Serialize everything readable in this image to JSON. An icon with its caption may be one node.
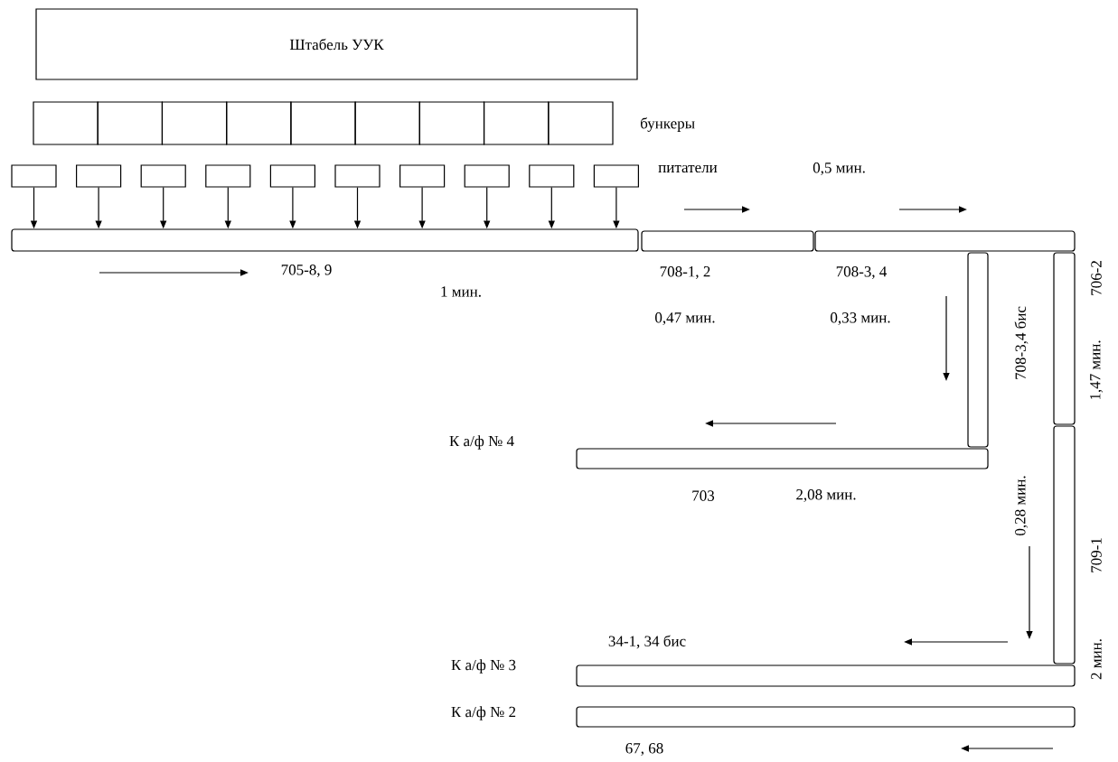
{
  "diagram": {
    "nodes": [
      {
        "text": [
          "Штабель УУК"
        ]
      },
      {
        "text": [],
        "shape": "box"
      },
      {
        "text": [],
        "shape": "box"
      },
      {
        "text": [],
        "shape": "box"
      },
      {
        "text": [],
        "shape": "box"
      },
      {
        "text": [],
        "shape": "box"
      },
      {
        "text": [],
        "shape": "box"
      },
      {
        "text": [],
        "shape": "box"
      },
      {
        "text": [],
        "shape": "box"
      },
      {
        "text": [],
        "shape": "box"
      },
      {
        "text": [],
        "shape": "box"
      },
      {
        "text": [],
        "shape": "box"
      },
      {
        "text": [],
        "shape": "box"
      },
      {
        "text": [],
        "shape": "box"
      },
      {
        "text": [],
        "shape": "box"
      },
      {
        "text": [],
        "shape": "box"
      },
      {
        "text": [],
        "shape": "box"
      },
      {
        "text": [],
        "shape": "box"
      },
      {
        "text": [],
        "shape": "box"
      },
      {
        "text": [],
        "shape": "box"
      },
      {
        "text": [],
        "shape": "bar",
        "beside": [
          "705-8, 9",
          "1 мин."
        ]
      },
      {
        "text": [],
        "shape": "bar",
        "beside": [
          "708-1, 2",
          "0,47 мин."
        ]
      },
      {
        "text": [],
        "shape": "bar",
        "beside": [
          "708-3, 4",
          "0,33 мин."
        ]
      },
      {
        "text": [],
        "shape": "bar",
        "beside": [
          "708-3,4 бис",
          "0,28 мин."
        ]
      },
      {
        "text": [],
        "shape": "bar",
        "beside": [
          "706-2",
          "1,47 мин."
        ]
      },
      {
        "text": [],
        "shape": "bar",
        "beside": [
          "709-1",
          "2 мин."
        ]
      },
      {
        "text": [],
        "shape": "bar",
        "beside": [
          "703",
          "2,08 мин."
        ]
      },
      {
        "text": [],
        "shape": "bar",
        "beside": [
          "34-1, 34 бис"
        ]
      },
      {
        "text": [],
        "shape": "bar",
        "beside": [
          "67, 68"
        ]
      }
    ],
    "edges": [
      {
        "from": 10,
        "to": 20,
        "arrow": "to"
      },
      {
        "from": 11,
        "to": 20,
        "arrow": "to"
      },
      {
        "from": 12,
        "to": 20,
        "arrow": "to"
      },
      {
        "from": 13,
        "to": 20,
        "arrow": "to"
      },
      {
        "from": 14,
        "to": 20,
        "arrow": "to"
      },
      {
        "from": 15,
        "to": 20,
        "arrow": "to"
      },
      {
        "from": 16,
        "to": 20,
        "arrow": "to"
      },
      {
        "from": 17,
        "to": 20,
        "arrow": "to"
      },
      {
        "from": 18,
        "to": 20,
        "arrow": "to"
      },
      {
        "from": 19,
        "to": 20,
        "arrow": "to"
      }
    ],
    "labels": [
      "бункеры",
      "питатели",
      "0,5 мин.",
      "К а/ф № 4",
      "К а/ф № 3",
      "К а/ф № 2"
    ]
  }
}
